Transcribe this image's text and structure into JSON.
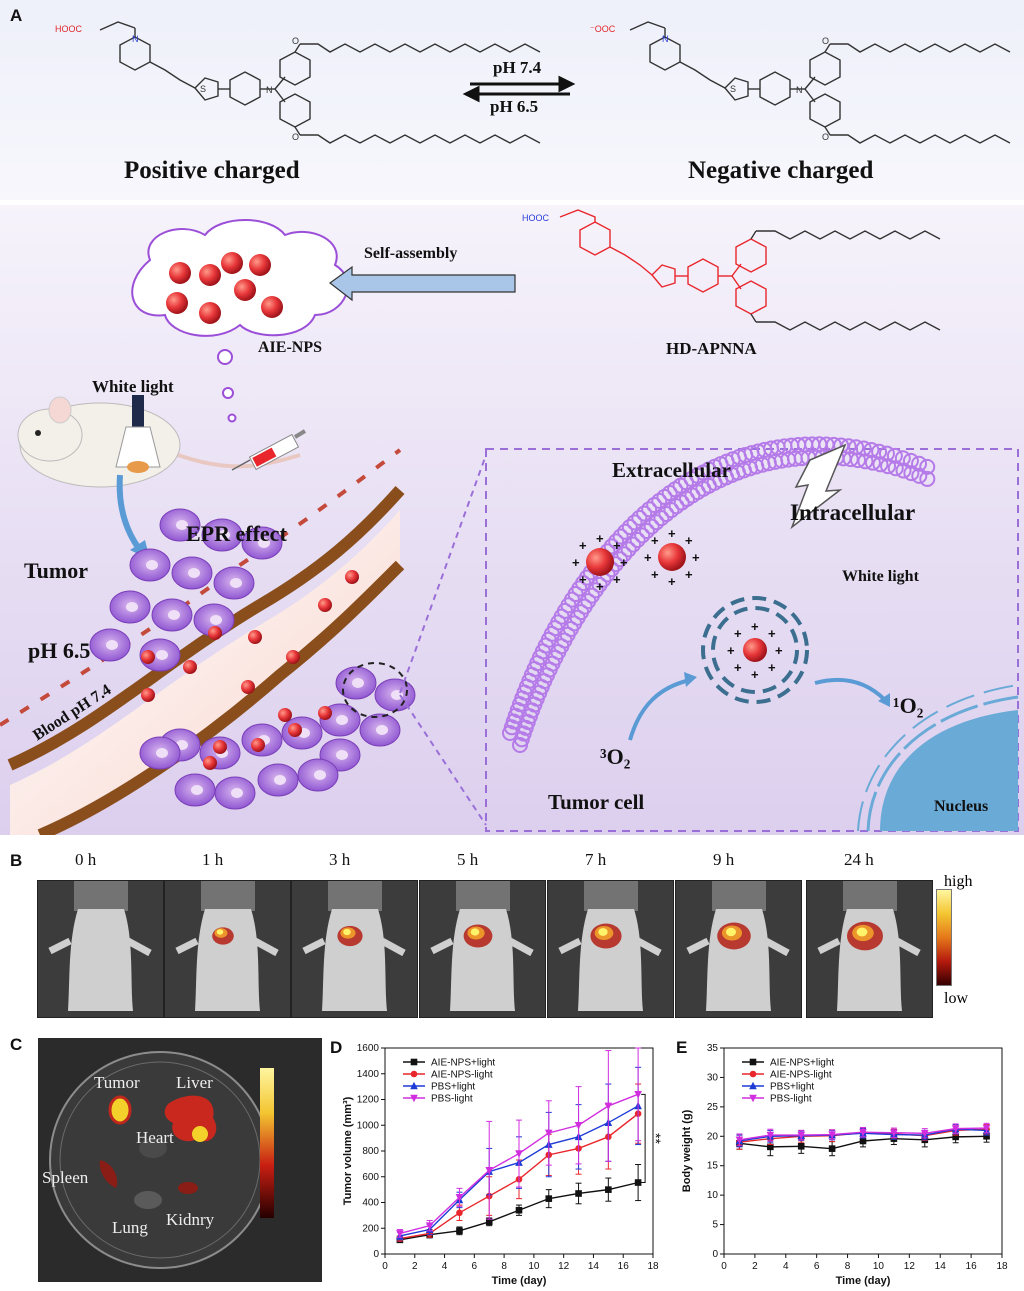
{
  "panel_labels": {
    "a": "A",
    "b": "B",
    "c": "C",
    "d": "D",
    "e": "E"
  },
  "panelA": {
    "left_group": "HOOC",
    "right_group": "⁻OOC",
    "arrow_top": "pH 7.4",
    "arrow_bottom": "pH 6.5",
    "left_label": "Positive charged",
    "right_label": "Negative charged",
    "self_assembly": "Self-assembly",
    "aie_nps": "AIE-NPS",
    "hd_apnna_group": "HOOC",
    "hd_apnna": "HD-APNNA",
    "white_light": "White light",
    "epr": "EPR effect",
    "tumor": "Tumor",
    "ph65": "pH 6.5",
    "blood": "Blood pH 7.4",
    "extracellular": "Extracellular",
    "intracellular": "Intracellular",
    "white_light2": "White light",
    "o2_triplet": "³O₂",
    "o2_singlet": "¹O₂",
    "tumor_cell": "Tumor cell",
    "nucleus": "Nucleus"
  },
  "panelB": {
    "times": [
      "0 h",
      "1 h",
      "3 h",
      "5 h",
      "7 h",
      "9 h",
      "24 h"
    ],
    "scale_high": "high",
    "scale_low": "low"
  },
  "panelC": {
    "organs": {
      "tumor": "Tumor",
      "liver": "Liver",
      "heart": "Heart",
      "spleen": "Spleen",
      "lung": "Lung",
      "kidney": "Kidnry"
    }
  },
  "colors": {
    "black": "#111111",
    "red": "#e8262c",
    "blue": "#1f3bd6",
    "magenta": "#d12ee0",
    "purple": "#8a4fd0",
    "accent_blue": "#5b9bd5"
  },
  "chart_data": [
    {
      "panel": "D",
      "type": "line",
      "xlabel": "Time (day)",
      "ylabel": "Tumor volume (mm³)",
      "xlim": [
        0,
        18
      ],
      "ylim": [
        0,
        1600
      ],
      "xticks": [
        0,
        2,
        4,
        6,
        8,
        10,
        12,
        14,
        16,
        18
      ],
      "yticks": [
        0,
        200,
        400,
        600,
        800,
        1000,
        1200,
        1400,
        1600
      ],
      "x": [
        1,
        3,
        5,
        7,
        9,
        11,
        13,
        15,
        17
      ],
      "significance": "**",
      "series": [
        {
          "name": "AIE-NPS+light",
          "color": "#111111",
          "marker": "square",
          "values": [
            110,
            150,
            180,
            250,
            340,
            430,
            470,
            500,
            555
          ],
          "err": [
            20,
            25,
            30,
            30,
            40,
            70,
            80,
            90,
            140
          ]
        },
        {
          "name": "AIE-NPS-light",
          "color": "#e8262c",
          "marker": "circle",
          "values": [
            120,
            160,
            320,
            450,
            580,
            770,
            820,
            910,
            1090
          ],
          "err": [
            20,
            30,
            60,
            150,
            150,
            160,
            200,
            250,
            230
          ]
        },
        {
          "name": "PBS+light",
          "color": "#1f3bd6",
          "marker": "triangle",
          "values": [
            140,
            190,
            420,
            640,
            710,
            850,
            910,
            1020,
            1150
          ],
          "err": [
            30,
            40,
            60,
            180,
            200,
            250,
            250,
            300,
            300
          ]
        },
        {
          "name": "PBS-light",
          "color": "#d12ee0",
          "marker": "triangle-down",
          "values": [
            160,
            220,
            440,
            650,
            780,
            940,
            1000,
            1150,
            1240
          ],
          "err": [
            30,
            40,
            70,
            380,
            260,
            250,
            300,
            430,
            360
          ]
        }
      ]
    },
    {
      "panel": "E",
      "type": "line",
      "xlabel": "Time (day)",
      "ylabel": "Body weight (g)",
      "xlim": [
        0,
        18
      ],
      "ylim": [
        0,
        35
      ],
      "xticks": [
        0,
        2,
        4,
        6,
        8,
        10,
        12,
        14,
        16,
        18
      ],
      "yticks": [
        0,
        5,
        10,
        15,
        20,
        25,
        30,
        35
      ],
      "x": [
        1,
        3,
        5,
        7,
        9,
        11,
        13,
        15,
        17
      ],
      "series": [
        {
          "name": "AIE-NPS+light",
          "color": "#111111",
          "marker": "square",
          "values": [
            18.8,
            18.2,
            18.3,
            17.9,
            19.2,
            19.6,
            19.4,
            19.9,
            20.0
          ],
          "err": [
            1.0,
            1.5,
            1.2,
            1.2,
            1.0,
            1.0,
            1.2,
            1.0,
            1.0
          ]
        },
        {
          "name": "AIE-NPS-light",
          "color": "#e8262c",
          "marker": "circle",
          "values": [
            19.0,
            19.6,
            20.0,
            20.1,
            20.6,
            20.4,
            20.1,
            21.0,
            21.2
          ],
          "err": [
            1.2,
            1.0,
            1.0,
            1.0,
            0.8,
            0.8,
            0.8,
            0.8,
            0.8
          ]
        },
        {
          "name": "PBS+light",
          "color": "#1f3bd6",
          "marker": "triangle",
          "values": [
            19.2,
            20.0,
            20.1,
            20.2,
            20.5,
            20.3,
            20.2,
            21.2,
            21.0
          ],
          "err": [
            1.0,
            1.0,
            0.8,
            0.8,
            0.8,
            0.8,
            0.8,
            0.8,
            0.8
          ]
        },
        {
          "name": "PBS-light",
          "color": "#d12ee0",
          "marker": "triangle-down",
          "values": [
            19.4,
            20.2,
            20.2,
            20.3,
            20.7,
            20.6,
            20.5,
            21.3,
            21.4
          ],
          "err": [
            1.0,
            1.0,
            0.8,
            0.8,
            0.8,
            0.8,
            0.8,
            0.8,
            0.8
          ]
        }
      ]
    }
  ]
}
